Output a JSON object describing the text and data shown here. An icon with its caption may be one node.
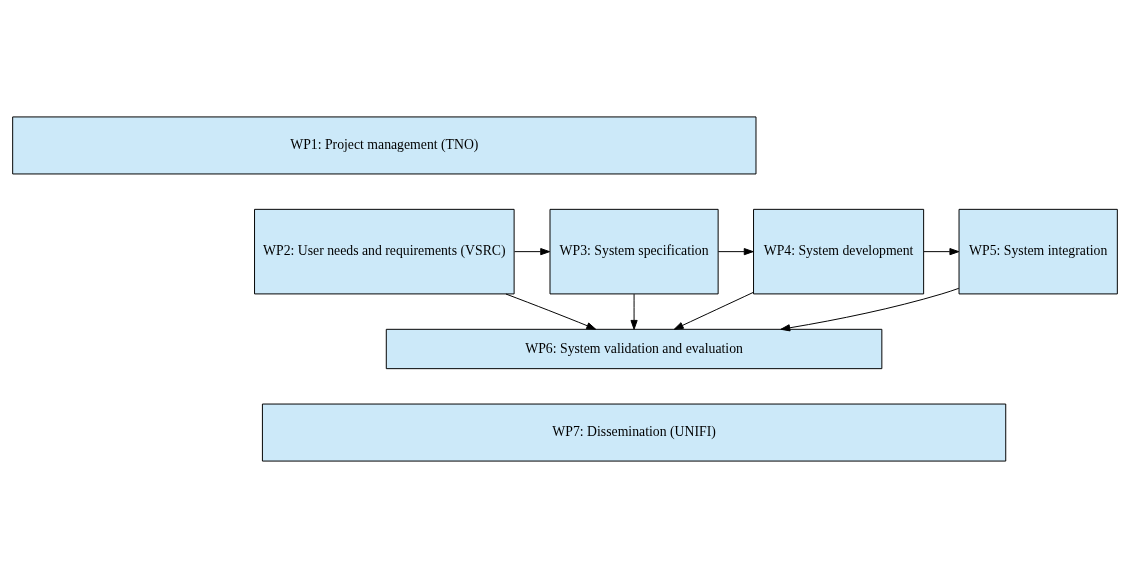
{
  "diagram": {
    "nodes": [
      {
        "text": [
          "WP1: Project management (TNO)"
        ]
      },
      {
        "text": [
          "WP2: User needs and requirements (VSRC)"
        ]
      },
      {
        "text": [
          "WP3: System specification"
        ]
      },
      {
        "text": [
          "WP4: System development"
        ]
      },
      {
        "text": [
          "WP5: System integration"
        ]
      },
      {
        "text": [
          "WP6: System validation and evaluation"
        ]
      },
      {
        "text": [
          "WP7: Dissemination (UNIFI)"
        ]
      }
    ],
    "edges": [
      {
        "from": 1,
        "to": 2,
        "arrow": "to"
      },
      {
        "from": 1,
        "to": 5,
        "arrow": "to"
      },
      {
        "from": 2,
        "to": 3,
        "arrow": "to"
      },
      {
        "from": 3,
        "to": 4,
        "arrow": "to"
      },
      {
        "from": 2,
        "to": 5,
        "arrow": "to"
      },
      {
        "from": 3,
        "to": 5,
        "arrow": "to"
      },
      {
        "from": 4,
        "to": 5,
        "arrow": "to"
      }
    ]
  }
}
